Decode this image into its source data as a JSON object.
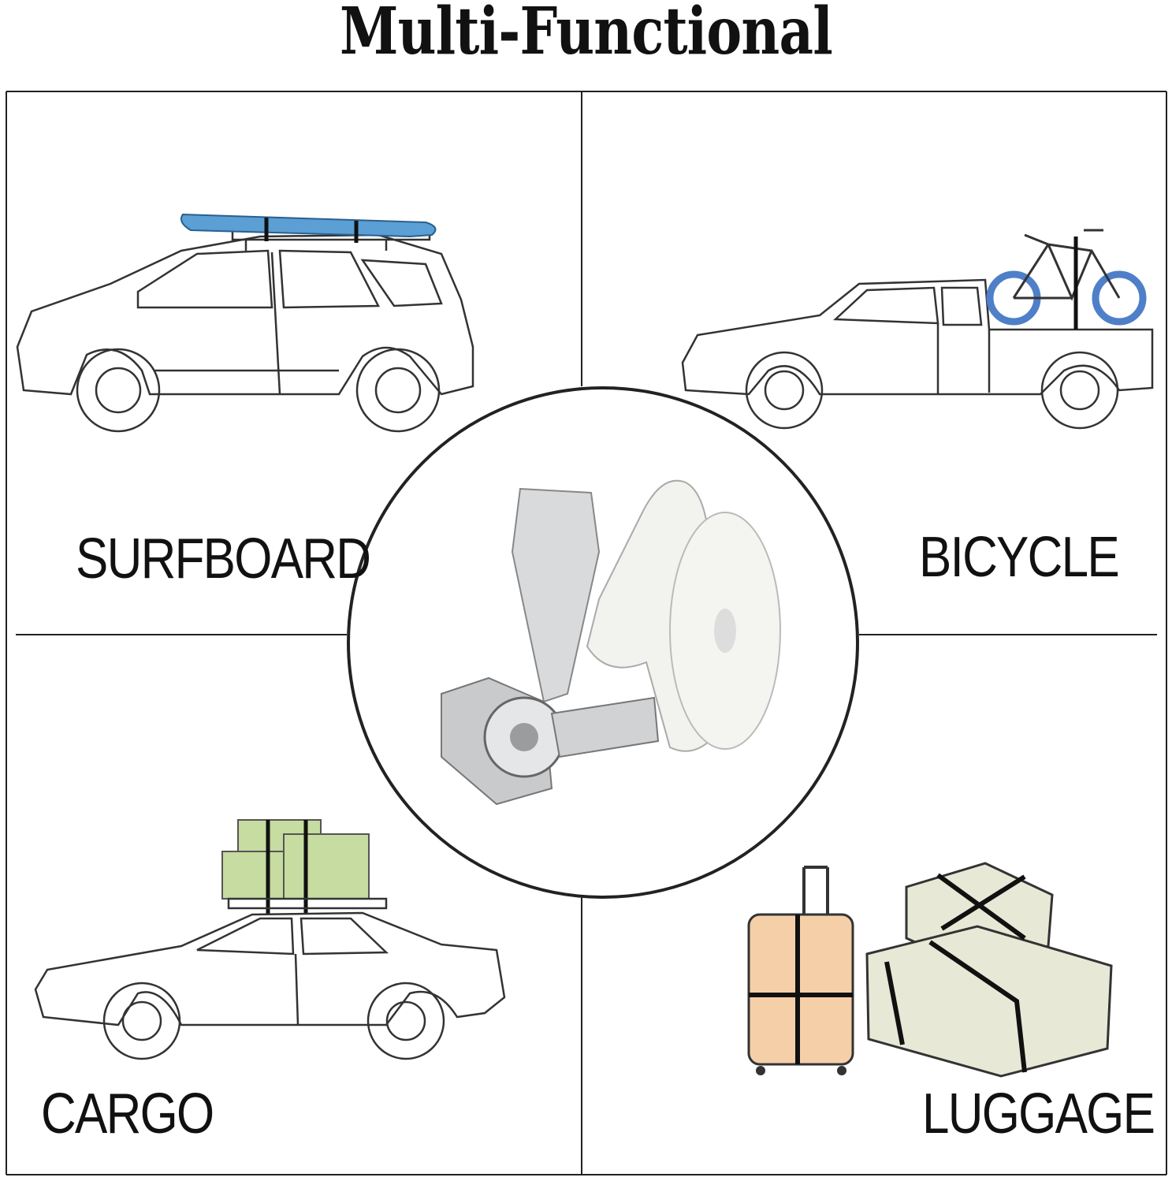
{
  "header": {
    "title": "Multi-Functional"
  },
  "panels": [
    {
      "id": "surfboard",
      "label": "SURFBOARD"
    },
    {
      "id": "bicycle",
      "label": "BICYCLE"
    },
    {
      "id": "cargo",
      "label": "CARGO"
    },
    {
      "id": "luggage",
      "label": "LUGGAGE"
    }
  ],
  "colors": {
    "surfboard": "#5b9fd4",
    "bicycle_tire": "#4f7fc8",
    "cargo_box": "#c6dca0",
    "suitcase": "#f5cfa8",
    "boxes": "#e8e8d6",
    "strap": "#1a1a1a",
    "ratchet_metal": "#d8dadc",
    "webbing": "#f2f2ee"
  },
  "icons": [
    "suv-with-surfboard-icon",
    "pickup-with-bicycle-icon",
    "sedan-with-cargo-icon",
    "luggage-strapped-icon",
    "ratchet-strap-icon"
  ]
}
